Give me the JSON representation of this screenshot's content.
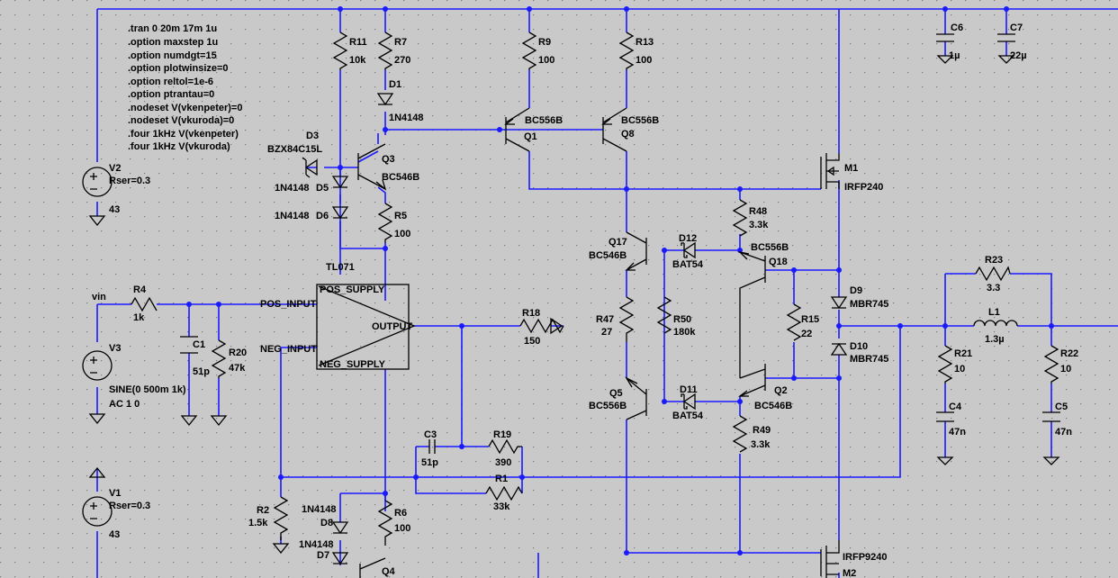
{
  "directives": [
    ".tran 0 20m 17m 1u",
    ".option maxstep 1u",
    ".option numdgt=15",
    ".option plotwinsize=0",
    ".option reltol=1e-6",
    ".option ptrantau=0",
    ".nodeset V(vkenpeter)=0",
    ".nodeset V(vkuroda)=0",
    ".four 1kHz V(vkenpeter)",
    ".four 1kHz V(vkuroda)"
  ],
  "labels": {
    "v2": "V2",
    "v2_rser": "Rser=0.3",
    "v2_val": "43",
    "v1": "V1",
    "v1_rser": "Rser=0.3",
    "v1_val": "43",
    "v3": "V3",
    "v3_val": "SINE(0 500m 1k)",
    "v3_ac": "AC 1 0",
    "vin": "vin",
    "r4": "R4",
    "r4_val": "1k",
    "c1": "C1",
    "c1_val": "51p",
    "r20": "R20",
    "r20_val": "47k",
    "r11": "R11",
    "r11_val": "10k",
    "r7": "R7",
    "r7_val": "270",
    "d1": "D1",
    "d1_val": "1N4148",
    "d3": "D3",
    "d3_val": "BZX84C15L",
    "q3": "Q3",
    "q3_val": "BC546B",
    "d5": "D5",
    "d5_val": "1N4148",
    "d6": "D6",
    "d6_val": "1N4148",
    "r5": "R5",
    "r5_val": "100",
    "tl071": "TL071",
    "pos_supply": "POS_SUPPLY",
    "neg_supply": "NEG_SUPPLY",
    "pos_input": "POS_INPUT",
    "neg_input": "NEG_INPUT",
    "output": "OUTPUT",
    "r18": "R18",
    "r18_val": "150",
    "c3": "C3",
    "c3_val": "51p",
    "r19": "R19",
    "r19_val": "390",
    "r1": "R1",
    "r1_val": "33k",
    "r2": "R2",
    "r2_val": "1.5k",
    "d8": "D8",
    "d8_val": "1N4148",
    "d7": "D7",
    "d7_val": "1N4148",
    "r6": "R6",
    "r6_val": "100",
    "q4": "Q4",
    "r9": "R9",
    "r9_val": "100",
    "r13": "R13",
    "r13_val": "100",
    "q1": "Q1",
    "q1_val": "BC556B",
    "q8": "Q8",
    "q8_val": "BC556B",
    "q17": "Q17",
    "q17_val": "BC546B",
    "d12": "D12",
    "d12_val": "BAT54",
    "r48": "R48",
    "r48_val": "3.3k",
    "q18": "Q18",
    "q18_val": "BC556B",
    "r47": "R47",
    "r47_val": "27",
    "r50": "R50",
    "r50_val": "180k",
    "r15": "R15",
    "r15_val": "22",
    "q5": "Q5",
    "q5_val": "BC556B",
    "d11": "D11",
    "d11_val": "BAT54",
    "q2": "Q2",
    "q2_val": "BC546B",
    "r49": "R49",
    "r49_val": "3.3k",
    "m1": "M1",
    "m1_val": "IRFP240",
    "m2": "M2",
    "m2_val": "IRFP9240",
    "d9": "D9",
    "d9_val": "MBR745",
    "d10": "D10",
    "d10_val": "MBR745",
    "c6": "C6",
    "c6_val": "1µ",
    "c7": "C7",
    "c7_val": "22µ",
    "r23": "R23",
    "r23_val": "3.3",
    "l1": "L1",
    "l1_val": "1.3µ",
    "r21": "R21",
    "r21_val": "10",
    "r22": "R22",
    "r22_val": "10",
    "c4": "C4",
    "c4_val": "47n",
    "c5": "C5",
    "c5_val": "47n"
  },
  "colors": {
    "background": "#c9c9c9",
    "wire": "#1a1aff",
    "component": "#000000"
  }
}
